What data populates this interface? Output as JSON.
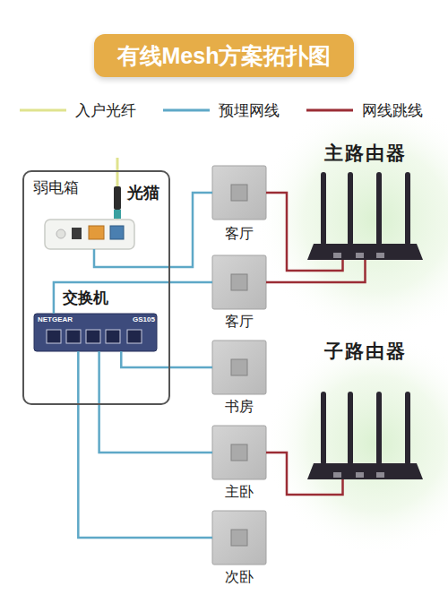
{
  "diagram": {
    "title": "有线Mesh方案拓扑图",
    "nodes": [
      {
        "text": [
          "弱电箱"
        ]
      },
      {
        "text": [
          "光猫"
        ],
        "in": 0
      },
      {
        "text": [
          "交换机"
        ],
        "in": 0
      },
      {
        "text": [
          "客厅"
        ]
      },
      {
        "text": [
          "客厅"
        ]
      },
      {
        "text": [
          "书房"
        ]
      },
      {
        "text": [
          "主卧"
        ]
      },
      {
        "text": [
          "次卧"
        ]
      },
      {
        "text": [
          "主路由器"
        ]
      },
      {
        "text": [
          "子路由器"
        ]
      }
    ],
    "edges": [
      {
        "from": 1,
        "to": 3,
        "arrow": "none"
      },
      {
        "from": 2,
        "to": 4,
        "arrow": "none"
      },
      {
        "from": 2,
        "to": 5,
        "arrow": "none"
      },
      {
        "from": 2,
        "to": 6,
        "arrow": "none"
      },
      {
        "from": 2,
        "to": 7,
        "arrow": "none"
      },
      {
        "from": 3,
        "to": 8,
        "arrow": "none"
      },
      {
        "from": 4,
        "to": 8,
        "arrow": "none"
      },
      {
        "from": 6,
        "to": 9,
        "arrow": "none"
      }
    ],
    "labels": [
      "NETGEAR",
      "GS105"
    ],
    "legend": [
      {
        "text": "入户光纤"
      },
      {
        "text": "预埋网线"
      },
      {
        "text": "网线跳线"
      }
    ]
  }
}
